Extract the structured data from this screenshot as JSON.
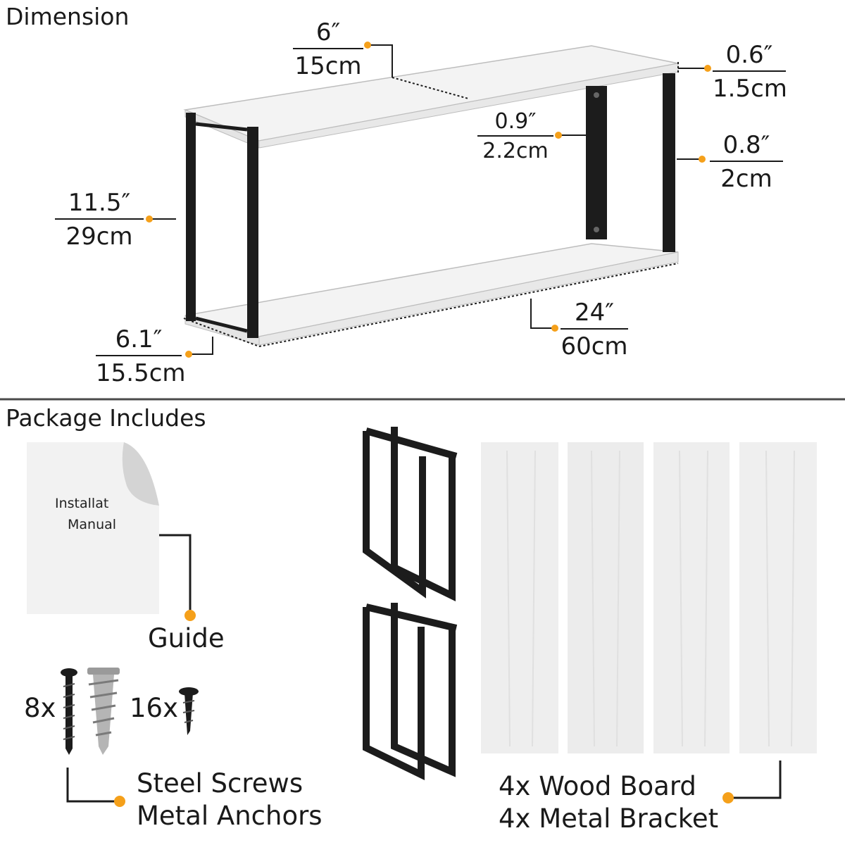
{
  "dimension_section": {
    "title": "Dimension",
    "dims": {
      "depth_top": {
        "imperial": "6″",
        "metric": "15cm"
      },
      "thickness": {
        "imperial": "0.6″",
        "metric": "1.5cm"
      },
      "bracket_width": {
        "imperial": "0.9″",
        "metric": "2.2cm"
      },
      "bracket_thickness": {
        "imperial": "0.8″",
        "metric": "2cm"
      },
      "height": {
        "imperial": "11.5″",
        "metric": "29cm"
      },
      "length": {
        "imperial": "24″",
        "metric": "60cm"
      },
      "depth_bottom": {
        "imperial": "6.1″",
        "metric": "15.5cm"
      }
    }
  },
  "package_section": {
    "title": "Package Includes",
    "manual": {
      "line1": "Installat",
      "line2": "Manual"
    },
    "guide_label": "Guide",
    "screws": {
      "count_screws": "8x",
      "count_small": "16x",
      "line1": "Steel Screws",
      "line2": "Metal Anchors"
    },
    "boards": {
      "line1": "4x Wood Board",
      "line2": "4x Metal Bracket"
    }
  },
  "colors": {
    "accent": "#f5a01a",
    "metal": "#1c1c1c",
    "wood": "#f1f1f1",
    "divider": "#4a4a4a"
  }
}
